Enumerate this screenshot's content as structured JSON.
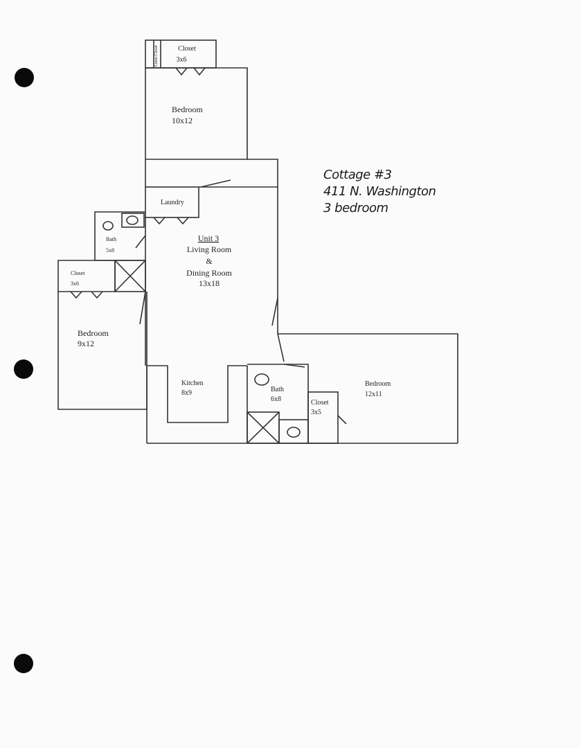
{
  "annotation": {
    "line1": "Cottage #3",
    "line2": "411 N. Washington",
    "line3": "3 bedroom"
  },
  "rooms": {
    "closet_top": {
      "name": "Closet",
      "size": "3x6"
    },
    "linen": {
      "name": "Linen Closet"
    },
    "bedroom_top": {
      "name": "Bedroom",
      "size": "10x12"
    },
    "laundry": {
      "name": "Laundry"
    },
    "living": {
      "unit": "Unit 3",
      "name": "Living Room",
      "amp": "&",
      "name2": "Dining Room",
      "size": "13x18"
    },
    "bath_left": {
      "name": "Bath",
      "size": "5x8"
    },
    "closet_left": {
      "name": "Closet",
      "size": "3x6"
    },
    "bedroom_left": {
      "name": "Bedroom",
      "size": "9x12"
    },
    "kitchen": {
      "name": "Kitchen",
      "size": "8x9"
    },
    "bath_right": {
      "name": "Bath",
      "size": "6x8"
    },
    "closet_right": {
      "name": "Closet",
      "size": "3x5"
    },
    "bedroom_right": {
      "name": "Bedroom",
      "size": "12x11"
    }
  }
}
